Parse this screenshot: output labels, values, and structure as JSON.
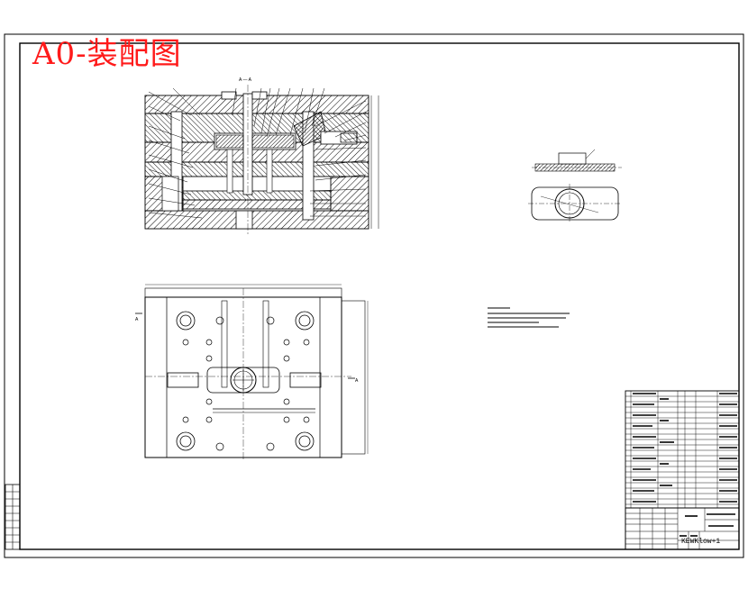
{
  "drawing": {
    "title": "A0-装配图",
    "section_label": "A — A",
    "view_marker": "A",
    "code": "KEWKlow+1"
  },
  "colors": {
    "title": "#ff1a1a",
    "line": "#000000",
    "hatch": "#000000",
    "background": "#ffffff"
  }
}
